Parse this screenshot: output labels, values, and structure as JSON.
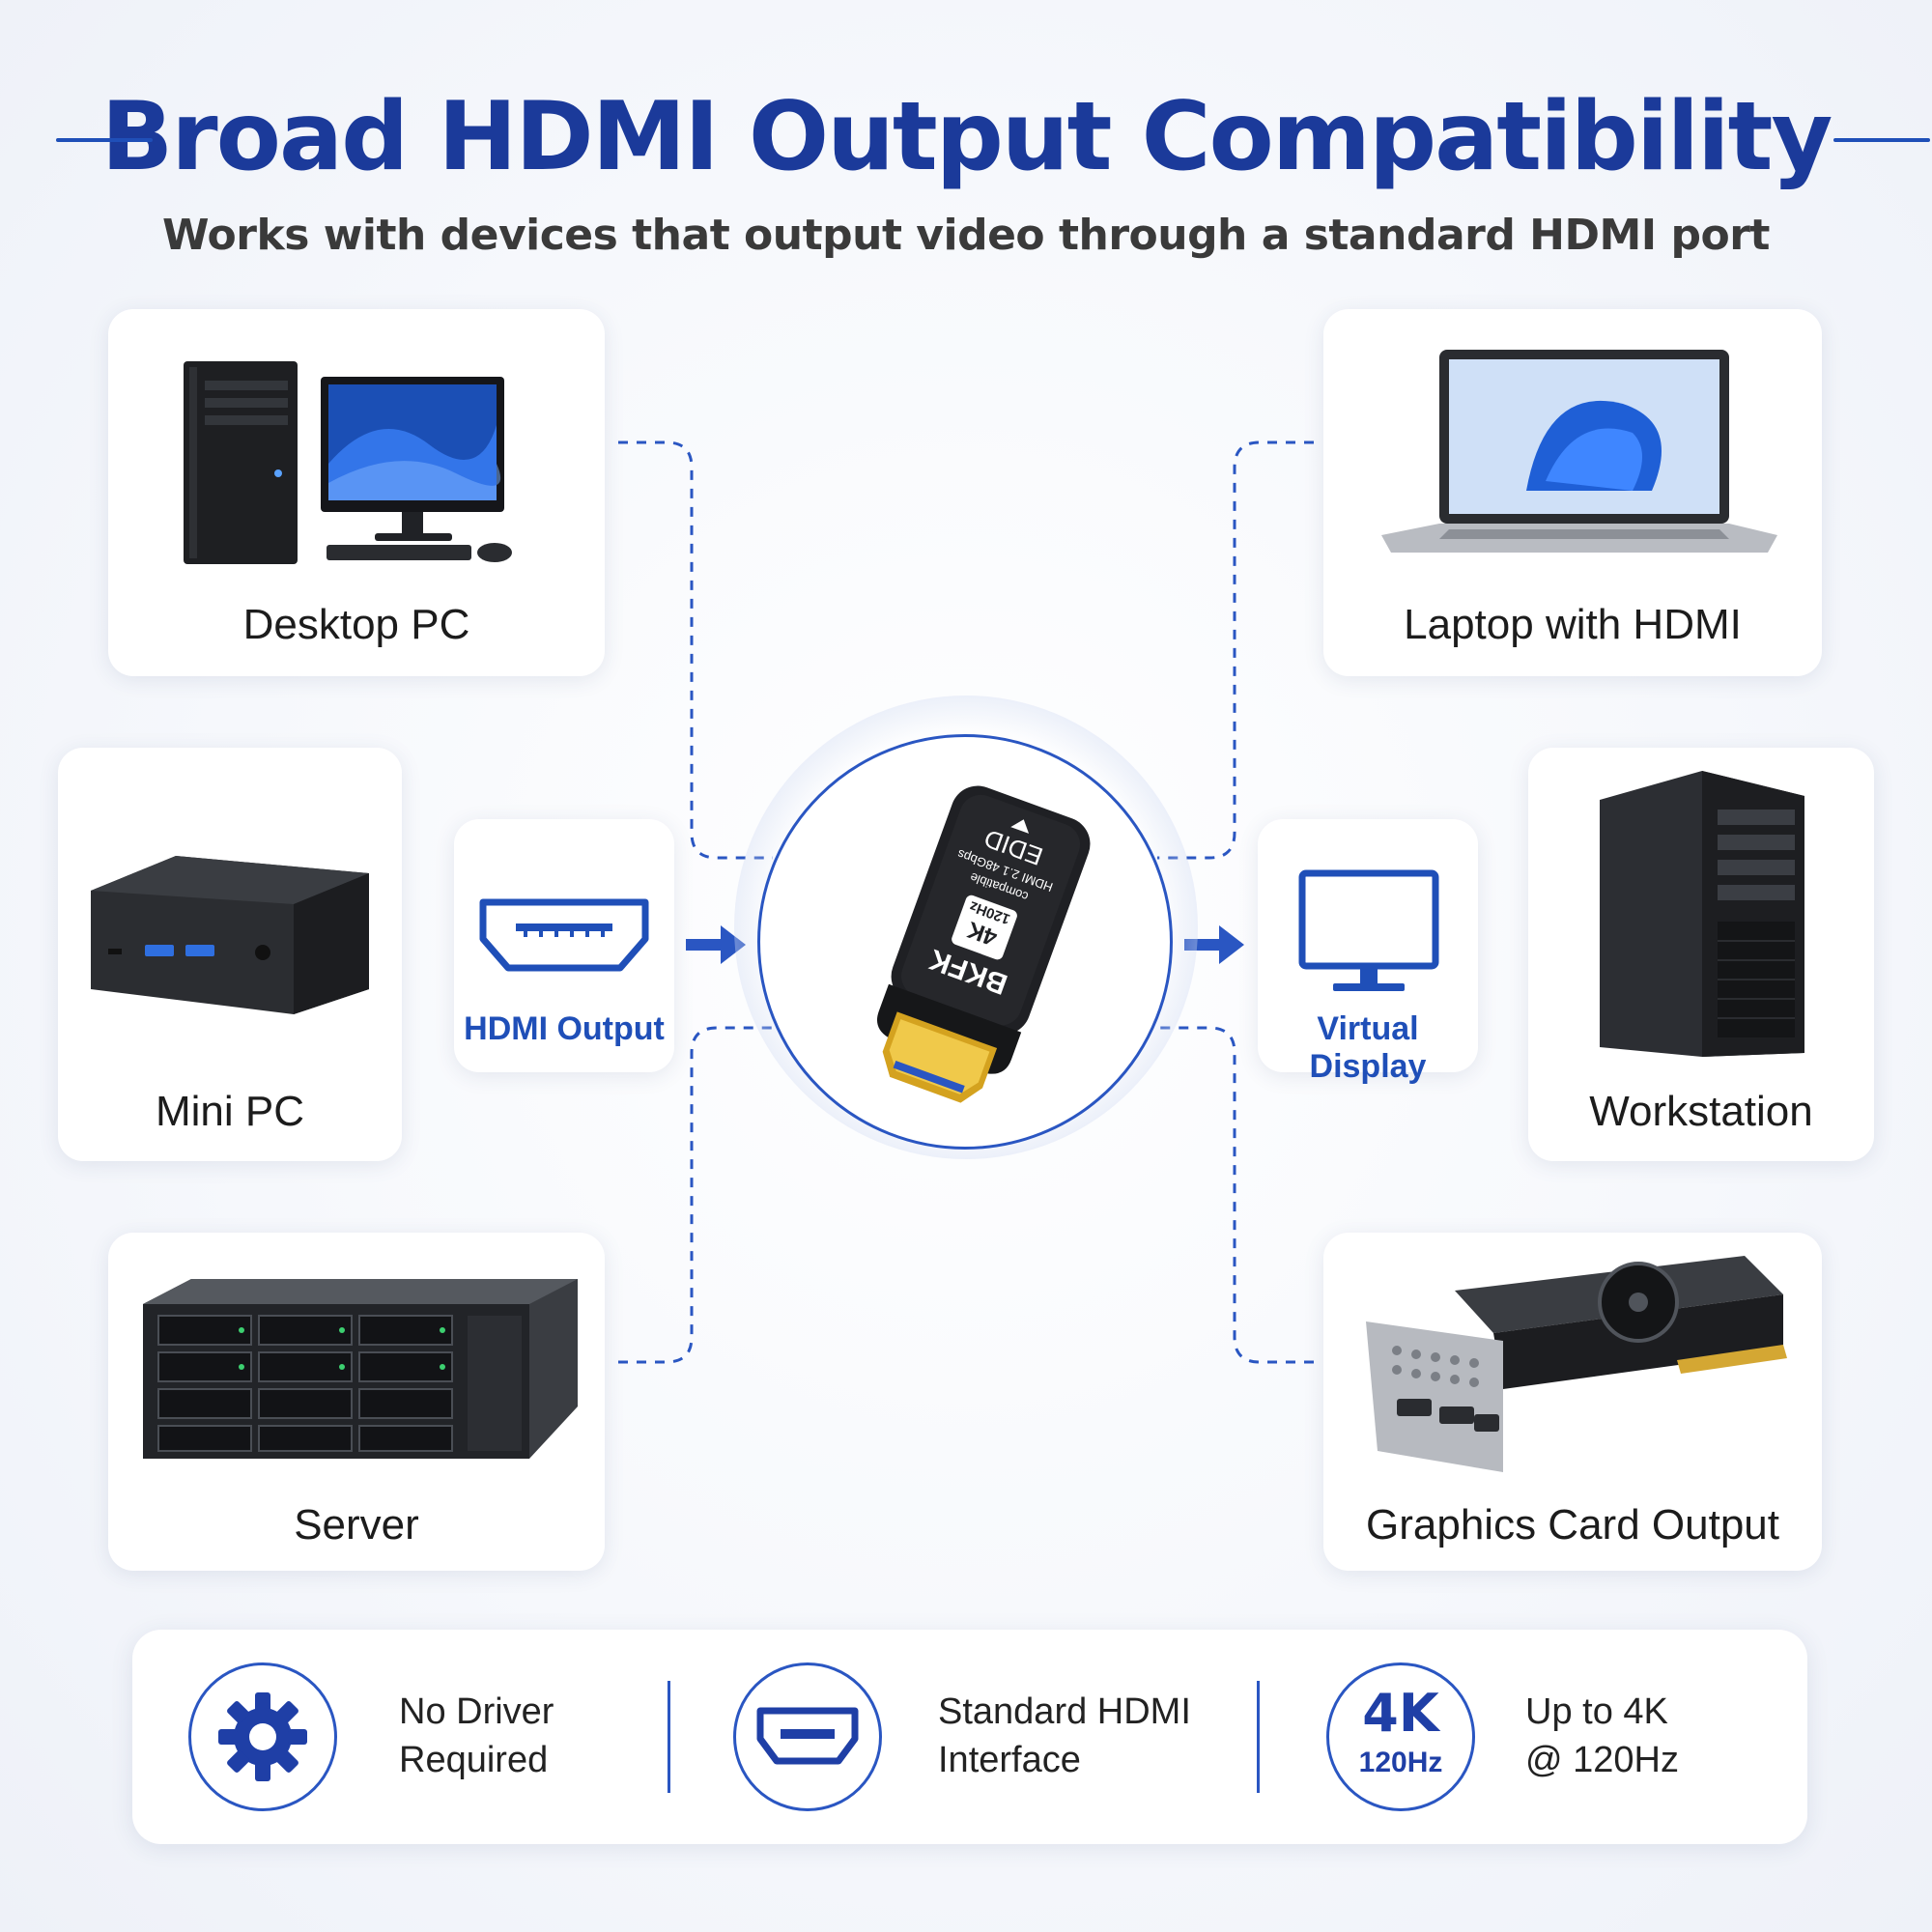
{
  "header": {
    "title": "Broad HDMI Output Compatibility",
    "subtitle": "Works with devices that output video through a standard HDMI port"
  },
  "devices": {
    "desktop_pc": "Desktop PC",
    "mini_pc": "Mini PC",
    "server": "Server",
    "laptop": "Laptop with HDMI",
    "workstation": "Workstation",
    "graphics_card": "Graphics Card Output"
  },
  "flow": {
    "hdmi_output": "HDMI Output",
    "virtual_display": "Virtual Display"
  },
  "product": {
    "brand": "BKFK",
    "resolution": "4K",
    "refresh": "120Hz",
    "edid": "EDID",
    "spec_line1": "HDMI 2.1 48Gbps",
    "spec_line2": "compatible"
  },
  "features": [
    {
      "line1": "No Driver",
      "line2": "Required"
    },
    {
      "line1": "Standard HDMI",
      "line2": "Interface"
    },
    {
      "line1": "Up to 4K",
      "line2": "@ 120Hz",
      "badge_top": "4K",
      "badge_bottom": "120Hz"
    }
  ],
  "colors": {
    "accent": "#1f4fb8",
    "title": "#1b3a9a",
    "text": "#1c1c1c"
  },
  "icons": [
    "gear-icon",
    "hdmi-port-icon",
    "monitor-icon",
    "arrow-right-icon"
  ]
}
